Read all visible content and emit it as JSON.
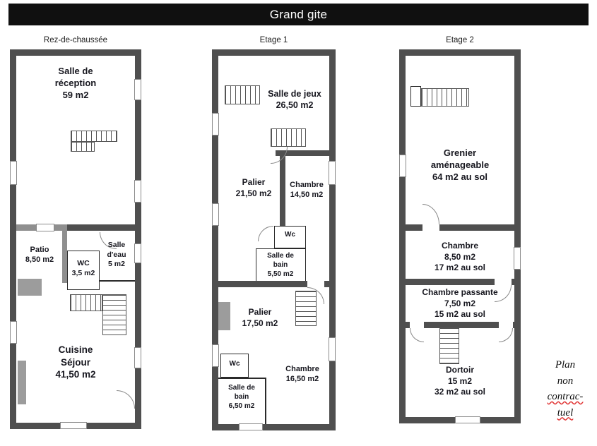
{
  "title": "Grand gite",
  "colors": {
    "wall": "#4f4f4f",
    "title_bg": "#101010",
    "spellcheck_underline": "#e03131"
  },
  "floors": [
    {
      "label": "Rez-de-chaussée",
      "rooms": {
        "reception": {
          "name": "Salle de réception",
          "area": "59 m2"
        },
        "patio": {
          "name": "Patio",
          "area": "8,50 m2"
        },
        "wc": {
          "name": "WC",
          "area": "3,5 m2"
        },
        "salle_eau": {
          "name": "Salle d'eau",
          "area": "5 m2"
        },
        "cuisine": {
          "name": "Cuisine Séjour",
          "area": "41,50 m2"
        }
      }
    },
    {
      "label": "Etage 1",
      "rooms": {
        "salle_jeux": {
          "name": "Salle de jeux",
          "area": "26,50 m2"
        },
        "palier1": {
          "name": "Palier",
          "area": "21,50 m2"
        },
        "chambre1": {
          "name": "Chambre",
          "area": "14,50 m2"
        },
        "wc1": {
          "name": "Wc"
        },
        "sdb1": {
          "name": "Salle de bain",
          "area": "5,50 m2"
        },
        "palier2": {
          "name": "Palier",
          "area": "17,50 m2"
        },
        "wc2": {
          "name": "Wc"
        },
        "chambre2": {
          "name": "Chambre",
          "area": "16,50 m2"
        },
        "sdb2": {
          "name": "Salle de bain",
          "area": "6,50 m2"
        }
      }
    },
    {
      "label": "Etage 2",
      "rooms": {
        "grenier": {
          "name": "Grenier aménageable",
          "area": "64 m2 au sol"
        },
        "chambre3": {
          "name": "Chambre",
          "area": "8,50 m2",
          "area2": "17 m2 au sol"
        },
        "chambre_passante": {
          "name": "Chambre passante",
          "area": "7,50 m2",
          "area2": "15 m2 au sol"
        },
        "dortoir": {
          "name": "Dortoir",
          "area": "15 m2",
          "area2": "32 m2 au sol"
        }
      }
    }
  ],
  "note": {
    "word1": "Plan",
    "word2": "non",
    "word3": "contrac-",
    "word4": "tuel"
  }
}
